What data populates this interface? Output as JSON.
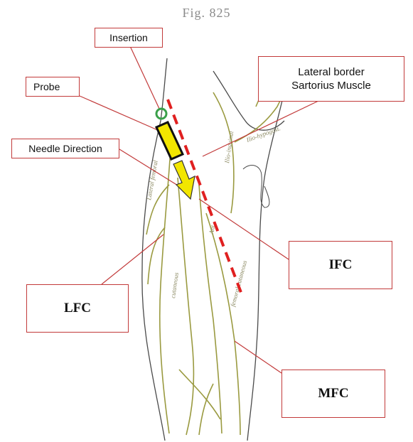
{
  "figure": {
    "title": "Fig. 825"
  },
  "callouts": {
    "insertion": "Insertion",
    "probe": "Probe",
    "needle_direction": "Needle Direction",
    "lateral_border_line1": "Lateral border",
    "lateral_border_line2": "Sartorius Muscle",
    "ifc": "IFC",
    "lfc": "LFC",
    "mfc": "MFC"
  },
  "colors": {
    "callout_line": "#c23a3a",
    "dashed_line": "#e02020",
    "probe_fill": "#f2e600",
    "insertion_ring": "#3aa04a",
    "nerve": "#9a9a40",
    "outline": "#4a4a4a"
  }
}
